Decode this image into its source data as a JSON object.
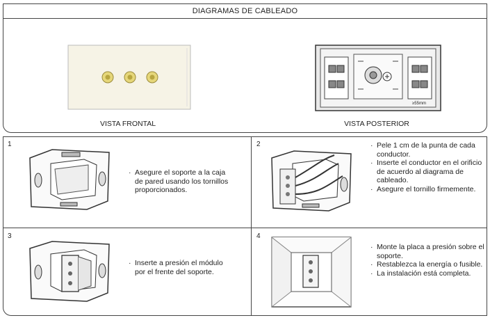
{
  "title": "DIAGRAMAS DE CABLEADO",
  "front_label": "VISTA FRONTAL",
  "rear_label": "VISTA POSTERIOR",
  "rear_tag": "≥55mm",
  "steps": [
    {
      "number": "1",
      "bullets": [
        "Asegure el soporte a la caja de pared usando los tornillos proporcionados."
      ]
    },
    {
      "number": "2",
      "bullets": [
        "Pele 1 cm de la punta de cada conductor.",
        "Inserte el conductor en el orificio de acuerdo al diagrama de cableado.",
        "Asegure el tornillo firmemente."
      ]
    },
    {
      "number": "3",
      "bullets": [
        "Inserte a presión el módulo por el frente del soporte."
      ]
    },
    {
      "number": "4",
      "bullets": [
        "Monte la placa a presión sobre el soporte.",
        "Restablezca la energía o fusible.",
        "La instalación está completa."
      ]
    }
  ],
  "colors": {
    "border": "#444444",
    "socket": "#d8c25a",
    "plate": "#f4f1e4"
  }
}
